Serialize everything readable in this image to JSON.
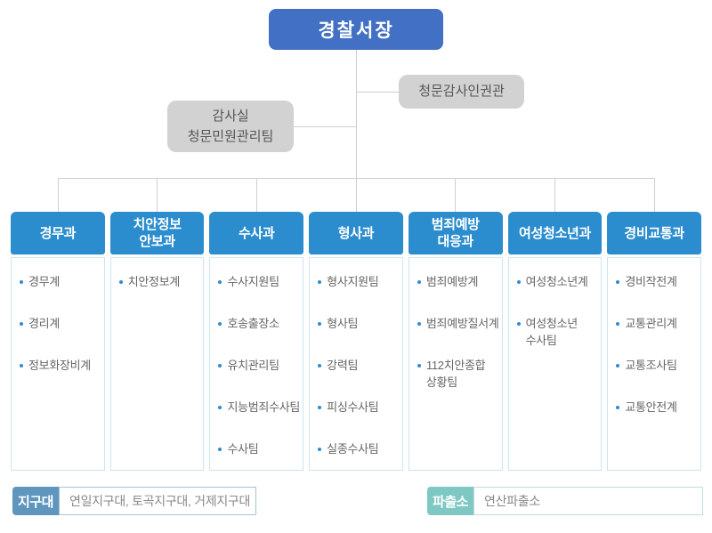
{
  "root": {
    "title": "경찰서장"
  },
  "staff": {
    "audit_office": "감사실\n청문민원관리팀",
    "hearing_officer": "청문감사인권관"
  },
  "departments": [
    {
      "name": "경무과",
      "teams": [
        "경무계",
        "경리계",
        "정보화장비계"
      ]
    },
    {
      "name": "치안정보\n안보과",
      "teams": [
        "치안정보계"
      ]
    },
    {
      "name": "수사과",
      "teams": [
        "수사지원팀",
        "호송출장소",
        "유치관리팀",
        "지능범죄수사팀",
        "수사팀"
      ]
    },
    {
      "name": "형사과",
      "teams": [
        "형사지원팀",
        "형사팀",
        "강력팀",
        "피싱수사팀",
        "실종수사팀"
      ]
    },
    {
      "name": "범죄예방\n대응과",
      "teams": [
        "범죄예방계",
        "범죄예방질서계",
        "112치안종합\n상황팀"
      ]
    },
    {
      "name": "여성청소년과",
      "teams": [
        "여성청소년계",
        "여성청소년\n수사팀"
      ]
    },
    {
      "name": "경비교통과",
      "teams": [
        "경비작전계",
        "교통관리계",
        "교통조사팀",
        "교통안전계"
      ]
    }
  ],
  "footer": {
    "district": {
      "label": "지구대",
      "value": "연일지구대, 토곡지구대, 거제지구대"
    },
    "patrol": {
      "label": "파출소",
      "value": "연산파출소"
    }
  },
  "colors": {
    "root_box": "#4170C4",
    "department_header": "#2C8DCE",
    "staff_box": "#D2D2D2",
    "district_label": "#5E96BE",
    "patrol_label": "#7EC8C4",
    "connector_line": "#CFCFCF"
  }
}
